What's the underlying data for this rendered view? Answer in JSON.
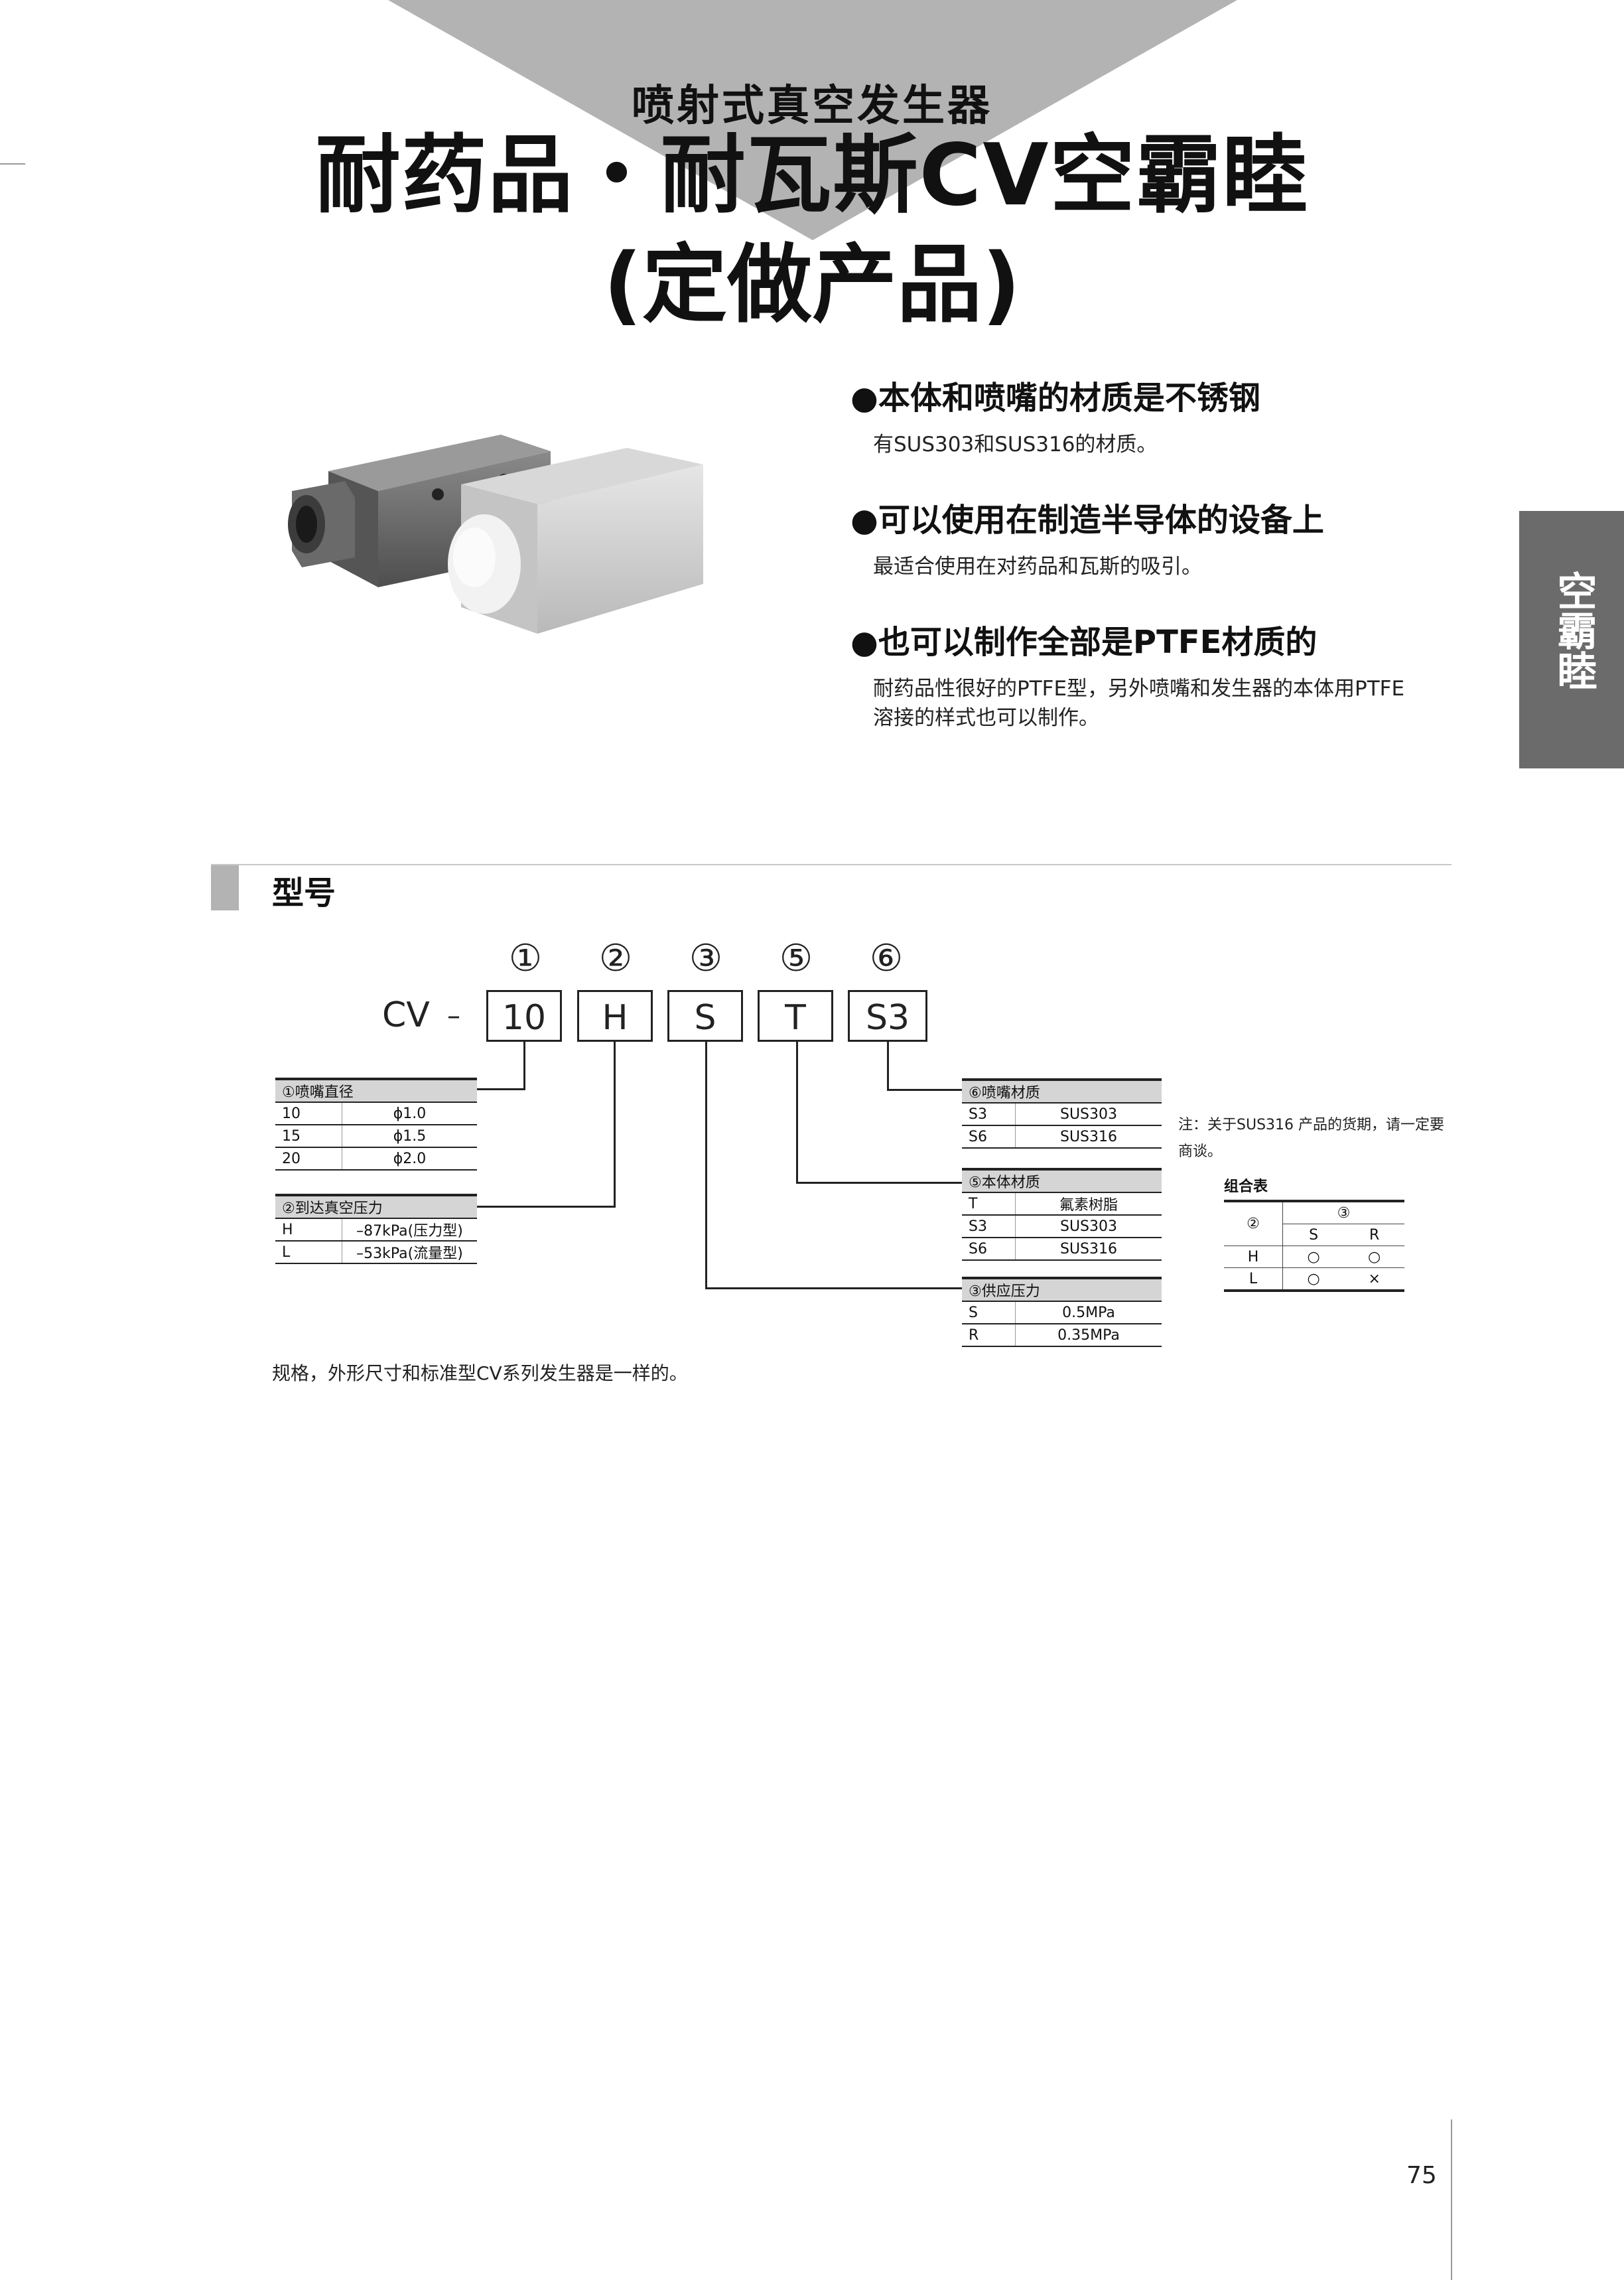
{
  "header": {
    "subtitle": "喷射式真空发生器",
    "title_line1": "耐药品・耐瓦斯CV空霸睦",
    "title_line2": "(定做产品)"
  },
  "side_tab": {
    "label": "空霸睦"
  },
  "product_image": {
    "icon": "vacuum-generator-product-photo"
  },
  "features": [
    {
      "heading": "●本体和喷嘴的材质是不锈钢",
      "text": "有SUS303和SUS316的材质。"
    },
    {
      "heading": "●可以使用在制造半导体的设备上",
      "text": "最适合使用在对药品和瓦斯的吸引。"
    },
    {
      "heading": "●也可以制作全部是PTFE材质的",
      "text": "耐药品性很好的PTFE型，另外喷嘴和发生器的本体用PTFE",
      "text2": "溶接的样式也可以制作。"
    }
  ],
  "section": {
    "title": "型号"
  },
  "model_code": {
    "prefix": "CV",
    "dash": "–",
    "positions": [
      {
        "num": "①",
        "code": "10"
      },
      {
        "num": "②",
        "code": "H"
      },
      {
        "num": "③",
        "code": "S"
      },
      {
        "num": "⑤",
        "code": "T"
      },
      {
        "num": "⑥",
        "code": "S3"
      }
    ]
  },
  "tables": {
    "nozzle_diameter": {
      "title": "①喷嘴直径",
      "rows": [
        [
          "10",
          "ϕ1.0"
        ],
        [
          "15",
          "ϕ1.5"
        ],
        [
          "20",
          "ϕ2.0"
        ]
      ]
    },
    "vacuum_pressure": {
      "title": "②到达真空压力",
      "rows": [
        [
          "H",
          "–87kPa(压力型)"
        ],
        [
          "L",
          "–53kPa(流量型)"
        ]
      ]
    },
    "nozzle_material": {
      "title": "⑥喷嘴材质",
      "rows": [
        [
          "S3",
          "SUS303"
        ],
        [
          "S6",
          "SUS316"
        ]
      ]
    },
    "body_material": {
      "title": "⑤本体材质",
      "rows": [
        [
          "T",
          "氟素树脂"
        ],
        [
          "S3",
          "SUS303"
        ],
        [
          "S6",
          "SUS316"
        ]
      ]
    },
    "supply_pressure": {
      "title": "③供应压力",
      "rows": [
        [
          "S",
          "0.5MPa"
        ],
        [
          "R",
          "0.35MPa"
        ]
      ]
    }
  },
  "note": {
    "line1": "注：关于SUS316 产品的货期，请一定要",
    "line2": "商谈。"
  },
  "combo": {
    "title": "组合表",
    "row_header": "②",
    "col_header": "③",
    "cols": [
      "S",
      "R"
    ],
    "rows": [
      {
        "label": "H",
        "values": [
          "○",
          "○"
        ]
      },
      {
        "label": "L",
        "values": [
          "○",
          "×"
        ]
      }
    ]
  },
  "footnote": "规格，外形尺寸和标准型CV系列发生器是一样的。",
  "page_number": "75"
}
